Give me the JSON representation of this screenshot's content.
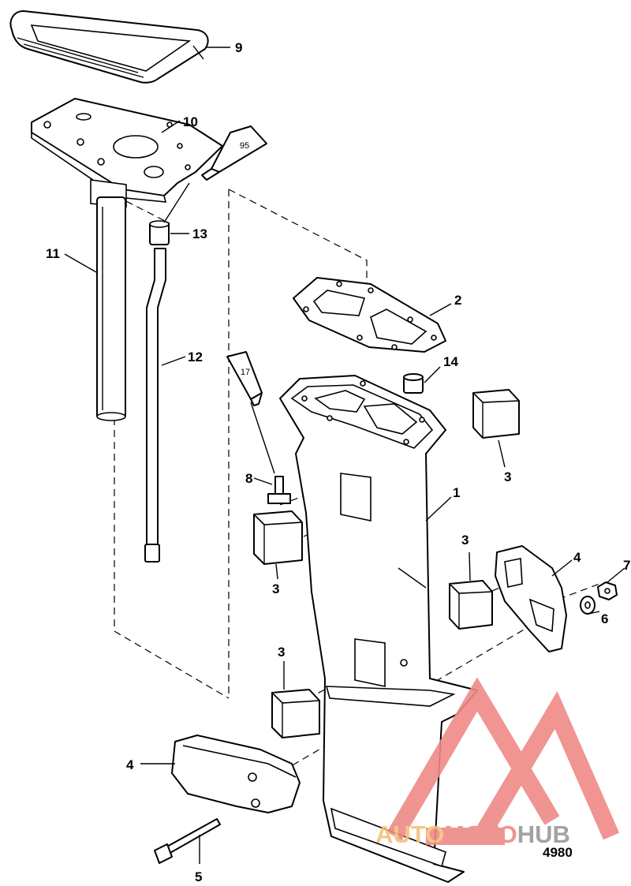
{
  "diagram_number": "4980",
  "callouts": {
    "c1": "1",
    "c2": "2",
    "c3a": "3",
    "c3b": "3",
    "c3c": "3",
    "c3d": "3",
    "c4a": "4",
    "c4b": "4",
    "c5": "5",
    "c6": "6",
    "c7": "7",
    "c8": "8",
    "c9": "9",
    "c10": "10",
    "c11": "11",
    "c12": "12",
    "c13": "13",
    "c14": "14"
  },
  "sealant_tubes": {
    "top": "95",
    "middle": "17"
  },
  "watermark": {
    "part1": "AUTO",
    "part2": "MOTO",
    "part3": "HUB",
    "color_gold": "#f4c27a",
    "color_red": "#ee8a86",
    "color_gray": "#9a9a9a"
  }
}
